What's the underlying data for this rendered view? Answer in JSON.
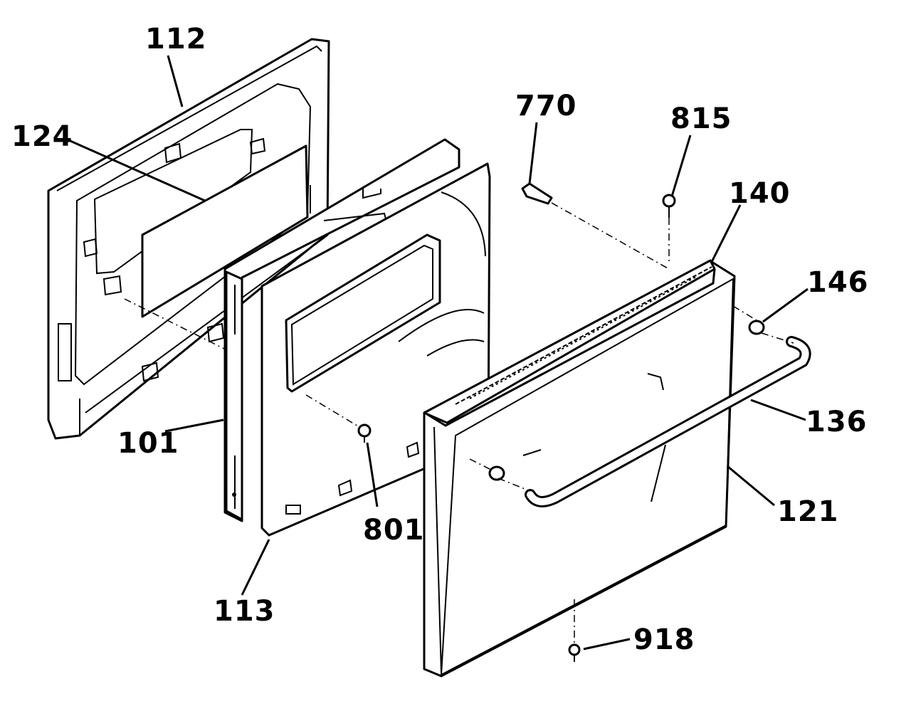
{
  "parts": {
    "p112": "112",
    "p124": "124",
    "p101": "101",
    "p113": "113",
    "p801": "801",
    "p770": "770",
    "p815": "815",
    "p140": "140",
    "p146": "146",
    "p136": "136",
    "p121": "121",
    "p918": "918"
  },
  "colors": {
    "ink": "#000000",
    "paper": "#ffffff"
  }
}
